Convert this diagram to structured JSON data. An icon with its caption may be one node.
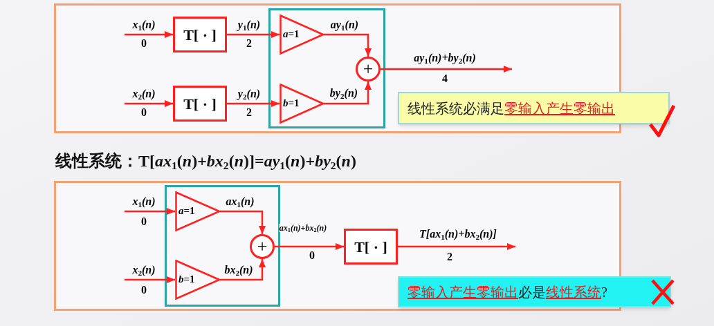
{
  "diagram": {
    "nodes": [
      {
        "text": [],
        "shape": "box"
      },
      {
        "text": [
          "T[ · ]"
        ],
        "in": 0
      },
      {
        "text": [
          "T[ · ]"
        ],
        "in": 0
      },
      {
        "text": [],
        "shape": "box",
        "in": 0
      },
      {
        "text": [
          "*a*=1"
        ],
        "in": 3
      },
      {
        "text": [
          "*b*=1"
        ],
        "in": 3
      },
      {
        "text": [
          "+"
        ],
        "in": 3
      },
      {
        "text": [
          "线性系统必满足**零输入产生零输出**"
        ]
      },
      {
        "text": [],
        "shape": "box"
      },
      {
        "text": [],
        "shape": "box",
        "in": 8
      },
      {
        "text": [
          "*a*=1"
        ],
        "in": 9
      },
      {
        "text": [
          "*b*=1"
        ],
        "in": 9
      },
      {
        "text": [
          "+"
        ],
        "in": 9
      },
      {
        "text": [
          "T[ · ]"
        ],
        "in": 8
      },
      {
        "text": [
          "**零输入产生零输出**必是**线性系统**?"
        ]
      }
    ],
    "edges": [
      {
        "from": null,
        "to": 1,
        "arrow": "to",
        "label": "x$_{1}$(n)"
      },
      {
        "from": null,
        "to": 2,
        "arrow": "to",
        "label": "x$_{2}$(n)"
      },
      {
        "from": 1,
        "to": 4,
        "arrow": "to",
        "label": "y$_{1}$(n)"
      },
      {
        "from": 2,
        "to": 5,
        "arrow": "to",
        "label": "y$_{2}$(n)"
      },
      {
        "from": 4,
        "to": 6,
        "arrow": "to",
        "label": "ay$_{1}$(n)"
      },
      {
        "from": 5,
        "to": 6,
        "arrow": "to",
        "label": "by$_{2}$(n)"
      },
      {
        "from": 6,
        "to": null,
        "arrow": "to",
        "label": "ay$_{1}$(n)+by$_{2}$(n)"
      },
      {
        "from": null,
        "to": 10,
        "arrow": "to",
        "label": "x$_{1}$(n)"
      },
      {
        "from": null,
        "to": 11,
        "arrow": "to",
        "label": "x$_{2}$(n)"
      },
      {
        "from": 10,
        "to": 12,
        "arrow": "to",
        "label": "ax$_{1}$(n)"
      },
      {
        "from": 11,
        "to": 12,
        "arrow": "to",
        "label": "bx$_{2}$(n)"
      },
      {
        "from": 12,
        "to": 13,
        "arrow": "to",
        "label": "ax$_{1}$(n)+bx$_{2}$(n)"
      },
      {
        "from": 13,
        "to": null,
        "arrow": "to",
        "label": "T[ax$_{1}$(n)+bx$_{2}$(n)]"
      }
    ],
    "labels": [
      "0",
      "2",
      "4",
      "0",
      "2",
      "线性系统：T[*ax*$_{1}$(*n*)+*bx*$_{2}$(*n*)]=*ay*$_{1}$(*n*)+*by*$_{2}$(*n*)",
      "0",
      "0",
      "2",
      "0"
    ]
  }
}
